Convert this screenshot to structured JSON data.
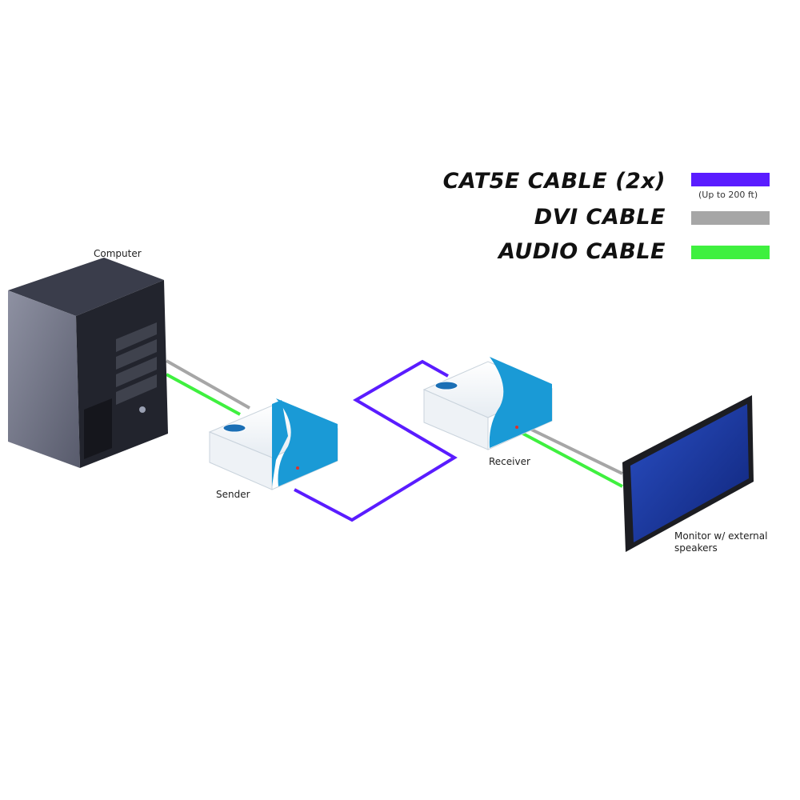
{
  "legend": {
    "items": [
      {
        "label": "CAT5E CABLE (2x)",
        "color": "#5a1cff",
        "note": "(Up to 200 ft)"
      },
      {
        "label": "DVI CABLE",
        "color": "#a6a6a6"
      },
      {
        "label": "AUDIO CABLE",
        "color": "#3ff03f"
      }
    ]
  },
  "devices": {
    "computer": {
      "label": "Computer",
      "icon": "computer-tower-icon"
    },
    "sender": {
      "label": "Sender",
      "icon": "extender-box-icon"
    },
    "receiver": {
      "label": "Receiver",
      "icon": "extender-box-icon"
    },
    "monitor": {
      "label_line1": "Monitor w/ external",
      "label_line2": "speakers",
      "icon": "monitor-icon"
    }
  },
  "colors": {
    "device_accent": "#1a9ad6",
    "cat5e": "#5a1cff",
    "dvi": "#a6a6a6",
    "audio": "#3ff03f",
    "monitor_screen": "#1b3aa8"
  }
}
